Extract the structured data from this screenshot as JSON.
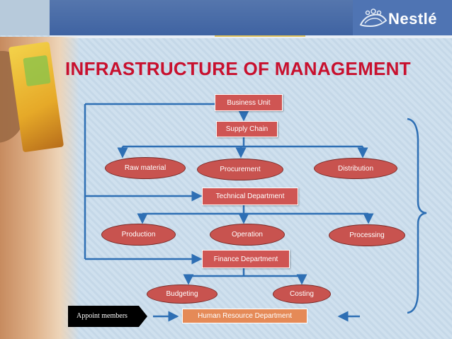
{
  "title": "INFRASTRUCTURE OF MANAGEMENT",
  "logo": {
    "text": "Nestlé"
  },
  "colors": {
    "title": "#c8102e",
    "node": "#cf5553",
    "hr_node": "#e58a57",
    "connector": "#2e6fb4",
    "banner": "#3f63a2"
  },
  "nodes": {
    "business_unit": "Business Unit",
    "supply_chain": "Supply Chain",
    "raw_material": "Raw material",
    "procurement": "Procurement",
    "distribution": "Distribution",
    "technical_department": "Technical Department",
    "production": "Production",
    "operation": "Operation",
    "processing": "Processing",
    "finance_department": "Finance Department",
    "budgeting": "Budgeting",
    "costing": "Costing",
    "human_resource_department": "Human Resource Department",
    "appoint_members": "Appoint members"
  }
}
